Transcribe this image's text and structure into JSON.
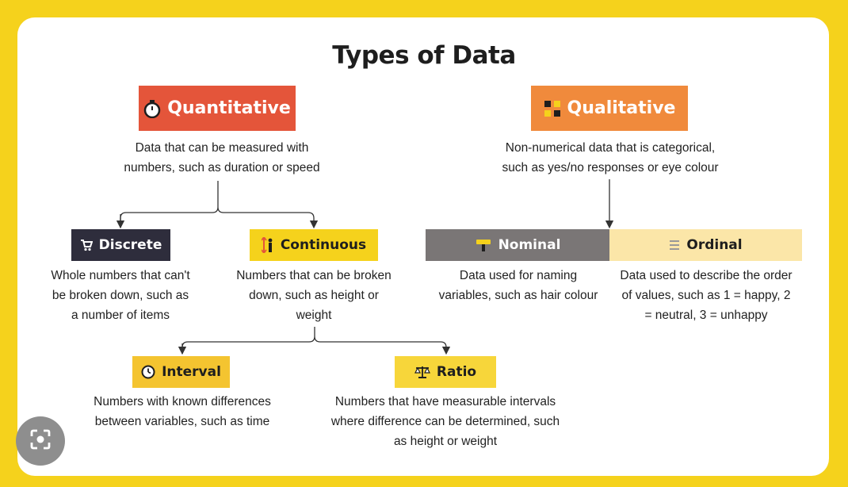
{
  "title": "Types of Data",
  "colors": {
    "frame": "#f5d21c",
    "quantitative": "#e4553a",
    "qualitative": "#f08a3c",
    "discrete": "#2e2d3c",
    "continuous": "#f5d21c",
    "nominal": "#7a7676",
    "ordinal": "#fbe6a8",
    "interval": "#f4c430",
    "ratio": "#f7d63a"
  },
  "quantitative": {
    "label": "Quantitative",
    "icon": "stopwatch-icon",
    "description": [
      "Data that can be measured with",
      "numbers, such as duration or speed"
    ]
  },
  "qualitative": {
    "label": "Qualitative",
    "icon": "categories-icon",
    "description": [
      "Non-numerical data that is categorical,",
      "such as yes/no responses or eye colour"
    ]
  },
  "discrete": {
    "label": "Discrete",
    "icon": "cart-icon",
    "description": [
      "Whole numbers that can't",
      "be broken down, such as",
      "a number of items"
    ]
  },
  "continuous": {
    "label": "Continuous",
    "icon": "height-icon",
    "description": [
      "Numbers that can be broken",
      "down, such as height or",
      "weight"
    ]
  },
  "nominal": {
    "label": "Nominal",
    "icon": "tag-icon",
    "description": [
      "Data used for naming",
      "variables, such as hair colour"
    ]
  },
  "ordinal": {
    "label": "Ordinal",
    "icon": "list-icon",
    "description": [
      "Data used to describe the order",
      "of values, such as 1 = happy, 2",
      "= neutral, 3 = unhappy"
    ]
  },
  "interval": {
    "label": "Interval",
    "icon": "clock-icon",
    "description": [
      "Numbers with known differences",
      "between variables, such as time"
    ]
  },
  "ratio": {
    "label": "Ratio",
    "icon": "scale-icon",
    "description": [
      "Numbers that have measurable intervals",
      "where difference can be determined, such",
      "as height or weight"
    ]
  },
  "overlay": {
    "icon": "lens-icon"
  }
}
